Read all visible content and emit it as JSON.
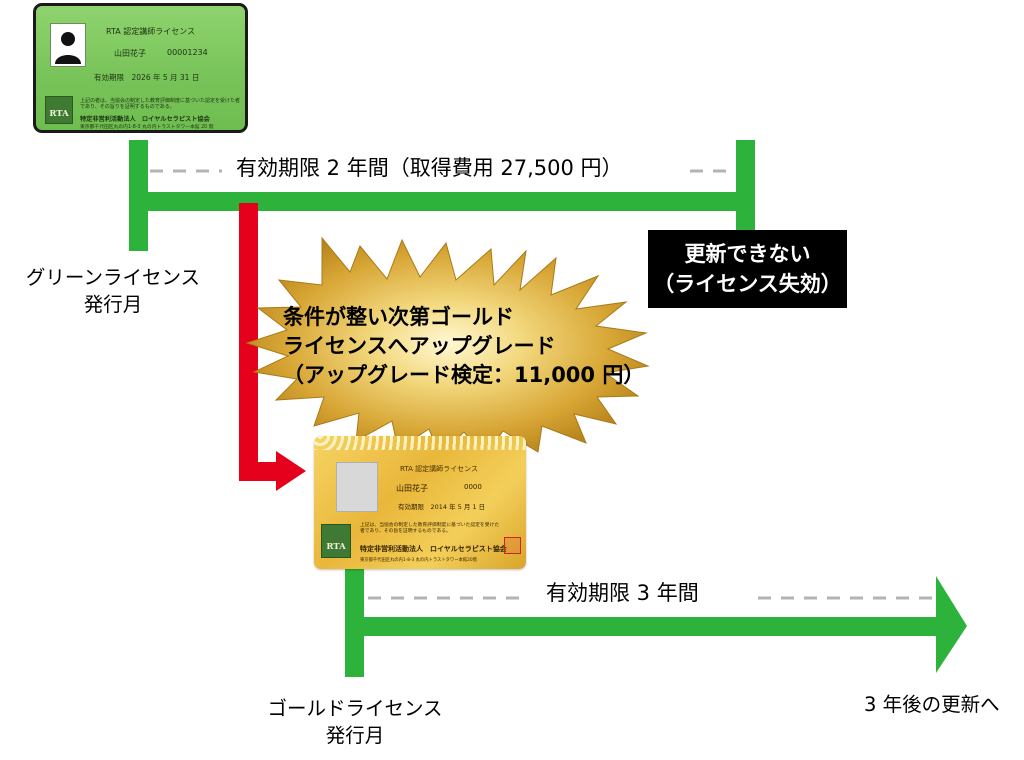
{
  "green_card": {
    "title": "RTA 認定講師ライセンス",
    "name": "山田花子",
    "number": "00001234",
    "validity": "有効期限　2026 年 5 月 31 日",
    "fine_print": "上記の者は、当協会の制定した教育評価制度に基づいた認定を受けた者であり、その旨りを証明するものである。",
    "org": "特定非営利活動法人　ロイヤルセラピスト協会",
    "address": "東京都千代田区丸の内1-8-3 丸の内トラストタワー本館 20 階",
    "logo_text": "RTA",
    "color": "#79c45a"
  },
  "gold_card": {
    "title": "RTA 認定講師ライセンス",
    "name": "山田花子",
    "number": "0000",
    "validity": "有効期限　2014 年 5 月 1 日",
    "fine_print": "上記は、当協会の制定した教育評価制度に基づいた認定を受けた者であり、その旨を証明するものである。",
    "org": "特定非営利活動法人　ロイヤルセラピスト協会",
    "address": "東京都千代田区丸の内1-8-3 丸の内トラストタワー本館20階",
    "logo_text": "RTA",
    "color": "#e9b73a"
  },
  "green_timeline": {
    "period_label": "有効期限 2 年間（取得費用 27,500 円）",
    "start_label": [
      "グリーンライセンス",
      "発行月"
    ],
    "color": "#2db33c"
  },
  "invalid_box": {
    "lines": [
      "更新できない",
      "（ライセンス失効）"
    ]
  },
  "upgrade_burst": {
    "lines": [
      "条件が整い次第ゴールド",
      "ライセンスへアップグレード",
      "（アップグレード検定：11,000 円）"
    ],
    "color": "#d4a62a"
  },
  "gold_timeline": {
    "period_label": "有効期限 3 年間",
    "start_label": [
      "ゴールドライセンス",
      "発行月"
    ],
    "end_label": "3 年後の更新へ",
    "color": "#2db33c"
  },
  "arrow_color": "#e5001c"
}
